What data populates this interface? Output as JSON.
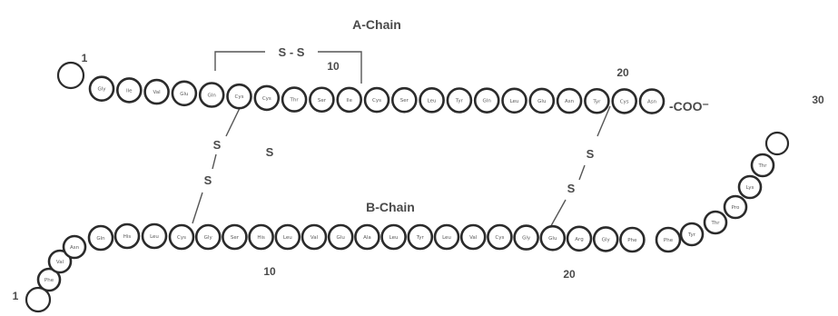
{
  "a_chain": {
    "title": "A-Chain",
    "terminus_label": "-COO⁻",
    "number_labels": [
      "1",
      "10",
      "20"
    ],
    "residues": [
      "",
      "Gly",
      "Ile",
      "Val",
      "Glu",
      "Gln",
      "Cys",
      "Cys",
      "Thr",
      "Ser",
      "Ile",
      "Cys",
      "Ser",
      "Leu",
      "Tyr",
      "Gln",
      "Leu",
      "Glu",
      "Asn",
      "Tyr",
      "Cys",
      "Asn"
    ]
  },
  "b_chain": {
    "title": "B-Chain",
    "number_labels": [
      "1",
      "10",
      "20",
      "30"
    ],
    "residues": [
      "",
      "Phe",
      "Val",
      "Asn",
      "Gln",
      "His",
      "Leu",
      "Cys",
      "Gly",
      "Ser",
      "His",
      "Leu",
      "Val",
      "Glu",
      "Ala",
      "Leu",
      "Tyr",
      "Leu",
      "Val",
      "Cys",
      "Gly",
      "Glu",
      "Arg",
      "Gly",
      "Phe",
      "Phe",
      "Tyr",
      "Thr",
      "Pro",
      "Lys",
      "Thr",
      ""
    ]
  },
  "disulfide_labels": {
    "intra_a": "S - S",
    "inter_left_top": "S",
    "inter_left_bottom": "S",
    "inter_left_extra": "S",
    "inter_right_top": "S",
    "inter_right_bottom": "S"
  }
}
